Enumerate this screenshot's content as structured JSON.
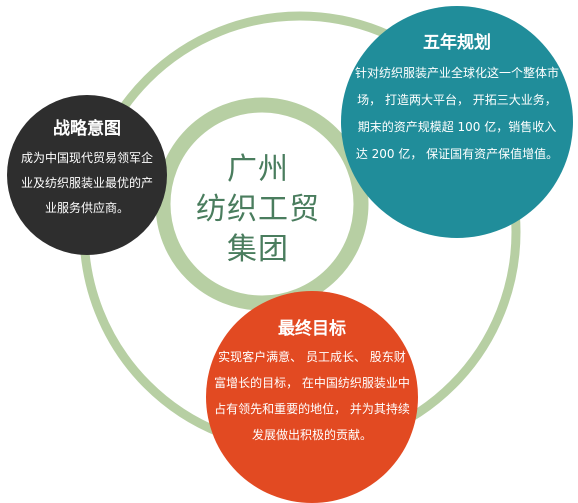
{
  "center": {
    "line1": "广州",
    "line2": "纺织工贸",
    "line3": "集团"
  },
  "strategy": {
    "title": "战略意图",
    "body": "成为中国现代贸易领军企业及纺织服装业最优的产业服务供应商。"
  },
  "plan": {
    "title": "五年规划",
    "body": "针对纺织服装产业全球化这一个整体市场， 打造两大平台， 开拓三大业务， 期末的资产规模超 100 亿，销售收入达 200 亿， 保证国有资产保值增值。"
  },
  "goal": {
    "title": "最终目标",
    "body": "实现客户满意、 员工成长、 股东财富增长的目标， 在中国纺织服装业中占有领先和重要的地位， 并为其持续发展做出积极的贡献。"
  },
  "colors": {
    "ring": "#b7cfa3",
    "strategy": "#2e2e2e",
    "plan": "#208d9a",
    "goal": "#e24a22",
    "center_text": "#4a7d5e"
  }
}
